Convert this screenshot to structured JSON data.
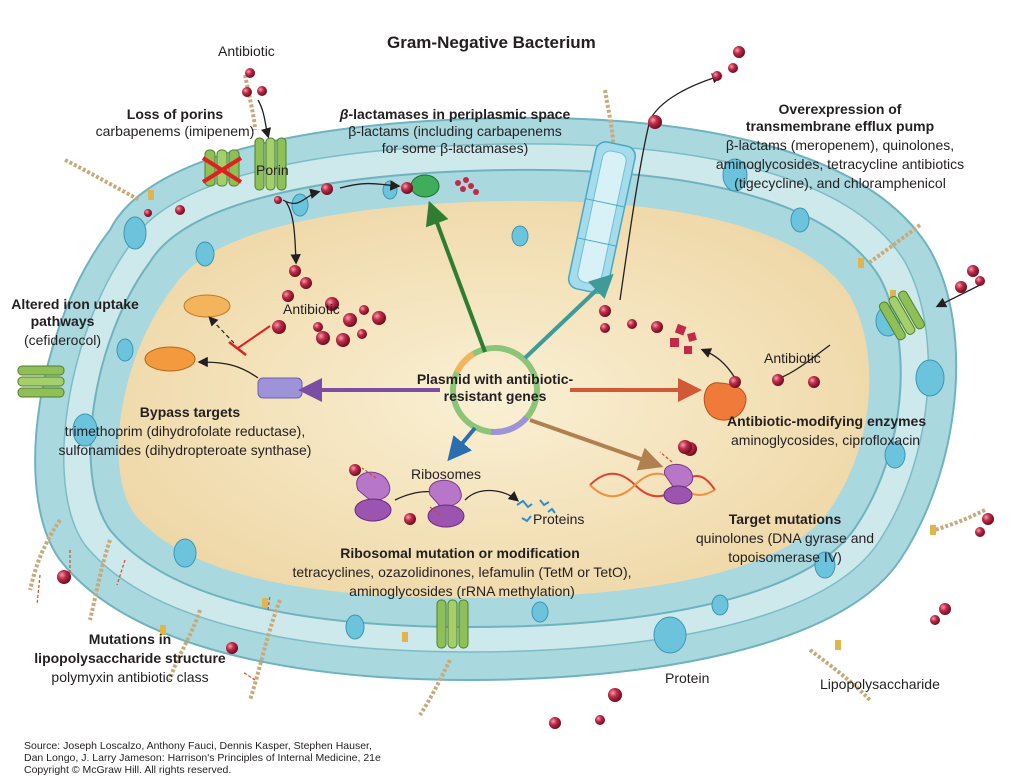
{
  "title": "Gram-Negative Bacterium",
  "labels": {
    "antibiotic_top": "Antibiotic",
    "porin": "Porin",
    "loss_porins_head": "Loss of porins",
    "loss_porins_body": "carbapenems (imipenem)",
    "blactamase_head_prefix": "β",
    "blactamase_head_rest": "-lactamases in periplasmic space",
    "blactamase_body1": "β-lactams (including carbapenems",
    "blactamase_body2": "for some β-lactamases)",
    "efflux_head1": "Overexpression of",
    "efflux_head2": "transmembrane efflux pump",
    "efflux_body1": "β-lactams (meropenem), quinolones,",
    "efflux_body2": "aminoglycosides, tetracycline antibiotics",
    "efflux_body3": "(tigecycline), and chloramphenicol",
    "iron_head1": "Altered iron uptake",
    "iron_head2": "pathways",
    "iron_body": "(cefiderocol)",
    "antibiotic_mid": "Antibiotic",
    "antibiotic_right": "Antibiotic",
    "plasmid1": "Plasmid with antibiotic-",
    "plasmid2": "resistant genes",
    "bypass_head": "Bypass targets",
    "bypass_body1": "trimethoprim (dihydrofolate reductase),",
    "bypass_body2": "sulfonamides (dihydropteroate synthase)",
    "enzymes_head": "Antibiotic-modifying enzymes",
    "enzymes_body": "aminoglycosides, ciprofloxacin",
    "ribosomes": "Ribosomes",
    "proteins": "Proteins",
    "target_head": "Target mutations",
    "target_body1": "quinolones (DNA gyrase and",
    "target_body2": "topoisomerase IV)",
    "ribo_head": "Ribosomal mutation or modification",
    "ribo_body1": "tetracyclines, ozazolidinones, lefamulin (TetM or TetO),",
    "ribo_body2": "aminoglycosides (rRNA methylation)",
    "lps_head1": "Mutations in",
    "lps_head2": "lipopolysaccharide structure",
    "lps_body": "polymyxin antibiotic class",
    "protein": "Protein",
    "lipopoly": "Lipopolysaccharide"
  },
  "source": {
    "line1": "Source: Joseph Loscalzo, Anthony Fauci, Dennis Kasper, Stephen Hauser,",
    "line2": "Dan Longo, J. Larry Jameson: Harrison's Principles of Internal Medicine, 21e",
    "line3": "Copyright © McGraw Hill. All rights reserved."
  },
  "colors": {
    "membrane": "#a9d8df",
    "periplasm": "#cde9ec",
    "cytoplasm": "#f3e4be",
    "antibiotic": "#b5203e",
    "arrow_green": "#2f7d32",
    "arrow_teal": "#3f9a9a",
    "arrow_purple": "#7a4fa3",
    "arrow_red": "#d05a35",
    "arrow_blue": "#2a6db0",
    "arrow_brown": "#b08050"
  }
}
